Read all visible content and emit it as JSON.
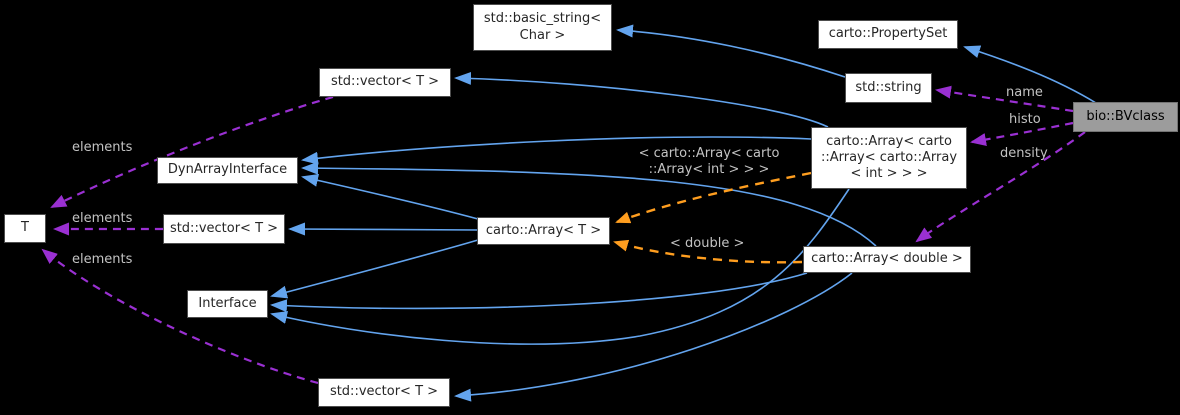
{
  "colors": {
    "background": "#000000",
    "node_fill": "#ffffff",
    "node_border": "#4d4d4d",
    "node_text": "#262626",
    "selected_node_fill": "#9c9c9c",
    "selected_node_border": "#737373",
    "edge_inherit": "#63a4ee",
    "edge_usage": "#9a30d2",
    "edge_template": "#ff9e1f",
    "edge_label_text": "#c3c3c3"
  },
  "nodes": {
    "basic_string": {
      "label": "std::basic_string<\nChar >"
    },
    "property_set": {
      "label": "carto::PropertySet"
    },
    "vector_top": {
      "label": "std::vector< T >"
    },
    "std_string": {
      "label": "std::string"
    },
    "bvclass": {
      "label": "bio::BVclass"
    },
    "array_nested": {
      "label": "carto::Array< carto\n::Array< carto::Array\n< int > > >"
    },
    "dyn_array_interface": {
      "label": "DynArrayInterface"
    },
    "t": {
      "label": "T"
    },
    "vector_mid": {
      "label": "std::vector< T >"
    },
    "array_t": {
      "label": "carto::Array< T >"
    },
    "array_double": {
      "label": "carto::Array< double >"
    },
    "interface": {
      "label": "Interface"
    },
    "vector_bottom": {
      "label": "std::vector< T >"
    }
  },
  "edge_labels": {
    "elements_top": "elements",
    "elements_mid": "elements",
    "elements_bottom": "elements",
    "name": "name",
    "histo": "histo",
    "density": "density",
    "template_nested": "< carto::Array< carto\n::Array< int > > >",
    "template_double": "< double >"
  }
}
